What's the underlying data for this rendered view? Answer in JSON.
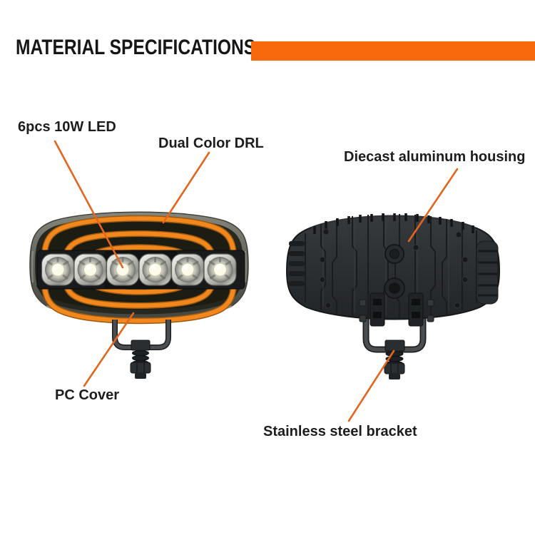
{
  "header": {
    "title": "MATERIAL SPECIFICATIONS"
  },
  "annotations": [
    {
      "label": "6pcs 10W LED"
    },
    {
      "label": "Dual Color DRL"
    },
    {
      "label": "Diecast aluminum housing"
    },
    {
      "label": "PC Cover"
    },
    {
      "label": "Stainless steel bracket"
    }
  ],
  "products": {
    "front_view": {
      "led_count": 6
    },
    "rear_view": {
      "bracket_bolts": 1
    }
  },
  "colors": {
    "accent_orange": "#F7690C",
    "leader_line_orange": "#E2661E",
    "drl_orange": "#F2871E",
    "housing_charcoal": "#2E3133",
    "label_text": "#1d1d1d"
  }
}
